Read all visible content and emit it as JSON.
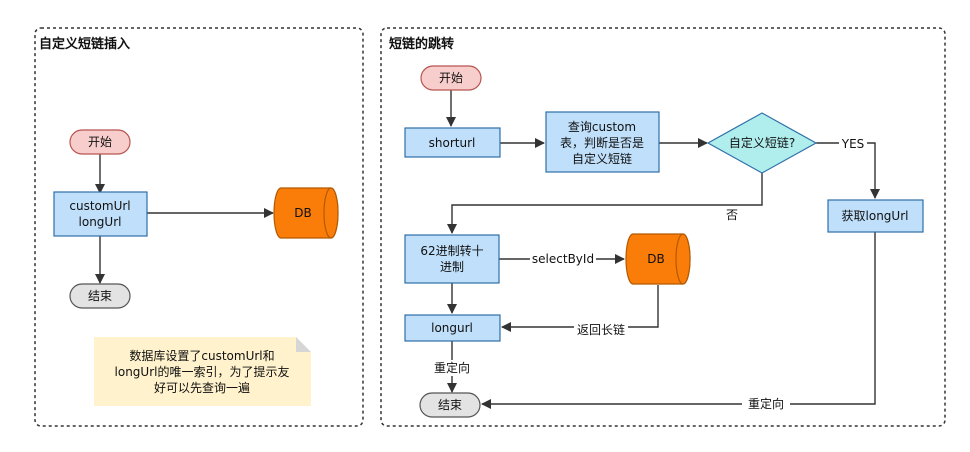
{
  "left_panel": {
    "title": "自定义短链插入",
    "start": "开始",
    "params": [
      "customUrl",
      "longUrl"
    ],
    "db": "DB",
    "end": "结束",
    "note": [
      "数据库设置了customUrl和",
      "longUrl的唯一索引，为了提示友",
      "好可以先查询一遍"
    ]
  },
  "right_panel": {
    "title": "短链的跳转",
    "start": "开始",
    "shorturl": "shorturl",
    "query": [
      "查询custom",
      "表，判断是否是",
      "自定义短链"
    ],
    "decision": "自定义短链?",
    "yes": "YES",
    "no": "否",
    "get_longurl": "获取longUrl",
    "base62": [
      "62进制转十",
      "进制"
    ],
    "select_by_id": "selectById",
    "db": "DB",
    "return_long": "返回长链",
    "longurl": "longurl",
    "redirect": "重定向",
    "redirect2": "重定向",
    "end": "结束"
  },
  "colors": {
    "process_fill": "#bfdffa",
    "process_stroke": "#2f6fa7",
    "start_fill": "#f8cecc",
    "start_stroke": "#b85450",
    "end_fill": "#e3e3e3",
    "end_stroke": "#555555",
    "db_fill": "#fa7d0a",
    "db_stroke": "#b35a00",
    "decision_fill": "#b0eded",
    "decision_stroke": "#2f6fa7",
    "note_fill": "#fff2cc",
    "edge": "#333333"
  }
}
